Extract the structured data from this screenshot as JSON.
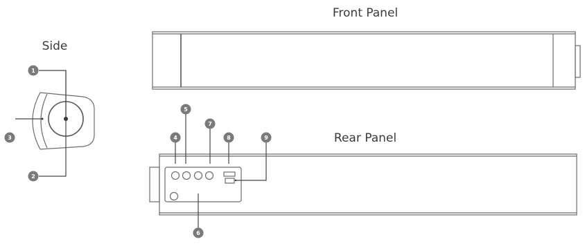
{
  "labels": {
    "side": "Side",
    "front_panel": "Front Panel",
    "rear_panel": "Rear Panel"
  },
  "callouts": [
    "1",
    "2",
    "3",
    "4",
    "5",
    "6",
    "7",
    "8",
    "9"
  ],
  "colors": {
    "outline": "#6b6b6b",
    "callout_fill": "#7a7a7a",
    "text": "#3a3a3a"
  }
}
